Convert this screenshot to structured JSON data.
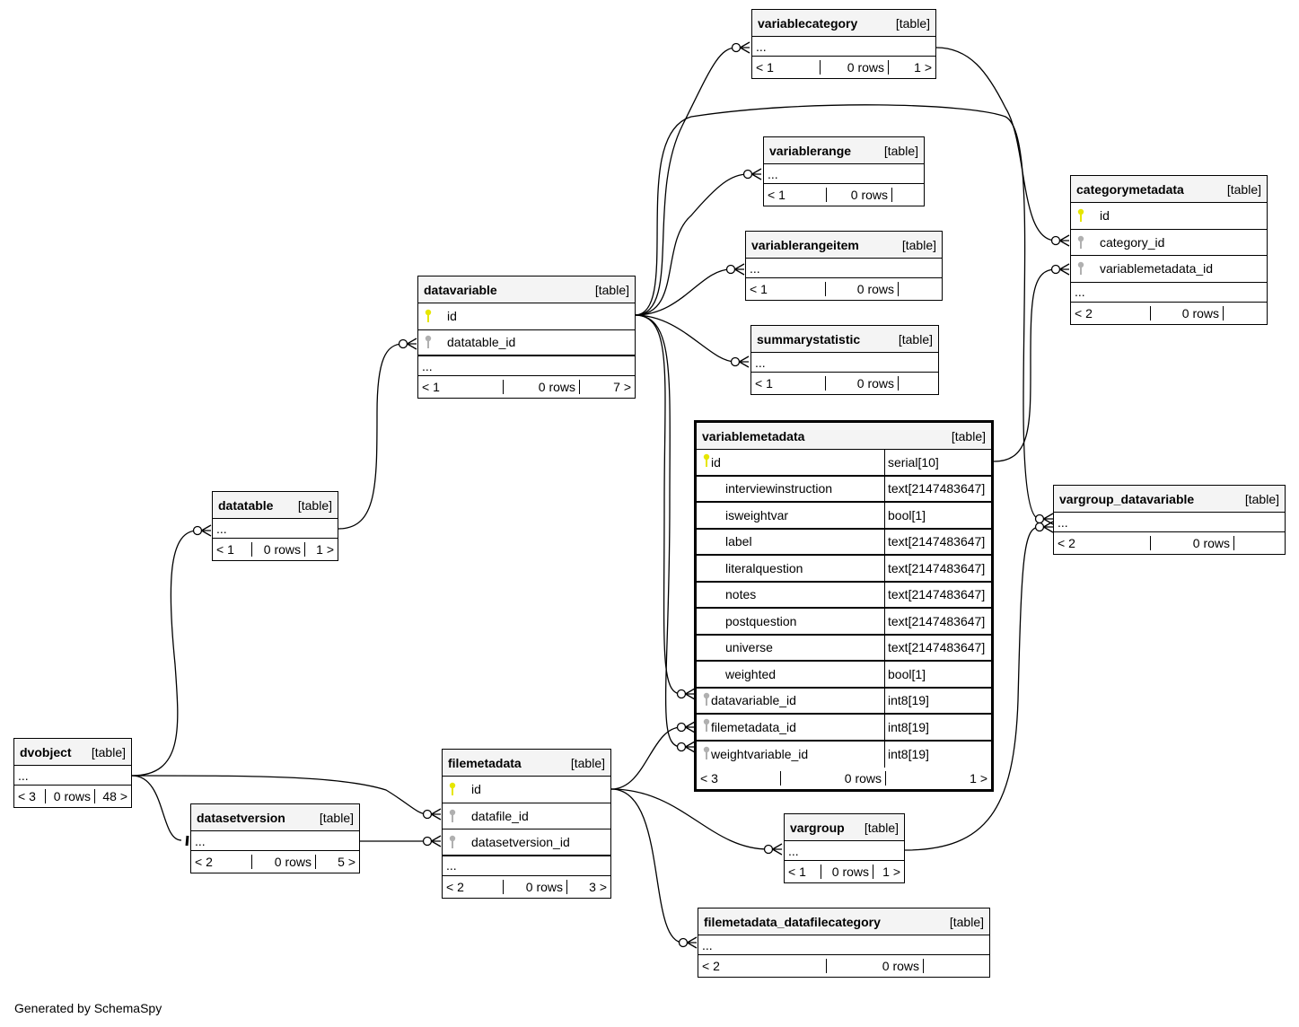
{
  "table_tag": "[table]",
  "more_columns": "...",
  "rows_label": "0 rows",
  "footer": "Generated by SchemaSpy",
  "colors": {
    "primary_key": "#e6e600",
    "foreign_key": "#b0b0b0",
    "header_bg": "#f4f4f4",
    "line": "#000000"
  },
  "tables": {
    "variablecategory": {
      "name": "variablecategory",
      "parents": "< 1",
      "rows": "0 rows",
      "children": "1 >"
    },
    "variablerange": {
      "name": "variablerange",
      "parents": "< 1",
      "rows": "0 rows",
      "children": ""
    },
    "variablerangeitem": {
      "name": "variablerangeitem",
      "parents": "< 1",
      "rows": "0 rows",
      "children": ""
    },
    "summarystatistic": {
      "name": "summarystatistic",
      "parents": "< 1",
      "rows": "0 rows",
      "children": ""
    },
    "categorymetadata": {
      "name": "categorymetadata",
      "columns": [
        "id",
        "category_id",
        "variablemetadata_id"
      ],
      "parents": "< 2",
      "rows": "0 rows",
      "children": ""
    },
    "datavariable": {
      "name": "datavariable",
      "columns": [
        "id",
        "datatable_id"
      ],
      "parents": "< 1",
      "rows": "0 rows",
      "children": "7 >"
    },
    "datatable": {
      "name": "datatable",
      "parents": "< 1",
      "rows": "0 rows",
      "children": "1 >"
    },
    "variablemetadata": {
      "name": "variablemetadata",
      "columns": [
        {
          "name": "id",
          "type": "serial[10]",
          "key": "primary"
        },
        {
          "name": "interviewinstruction",
          "type": "text[2147483647]",
          "key": ""
        },
        {
          "name": "isweightvar",
          "type": "bool[1]",
          "key": ""
        },
        {
          "name": "label",
          "type": "text[2147483647]",
          "key": ""
        },
        {
          "name": "literalquestion",
          "type": "text[2147483647]",
          "key": ""
        },
        {
          "name": "notes",
          "type": "text[2147483647]",
          "key": ""
        },
        {
          "name": "postquestion",
          "type": "text[2147483647]",
          "key": ""
        },
        {
          "name": "universe",
          "type": "text[2147483647]",
          "key": ""
        },
        {
          "name": "weighted",
          "type": "bool[1]",
          "key": ""
        },
        {
          "name": "datavariable_id",
          "type": "int8[19]",
          "key": "foreign"
        },
        {
          "name": "filemetadata_id",
          "type": "int8[19]",
          "key": "foreign"
        },
        {
          "name": "weightvariable_id",
          "type": "int8[19]",
          "key": "foreign"
        }
      ],
      "parents": "< 3",
      "rows": "0 rows",
      "children": "1 >"
    },
    "vargroup_datavariable": {
      "name": "vargroup_datavariable",
      "parents": "< 2",
      "rows": "0 rows",
      "children": ""
    },
    "dvobject": {
      "name": "dvobject",
      "parents": "< 3",
      "rows": "0 rows",
      "children": "48 >"
    },
    "datasetversion": {
      "name": "datasetversion",
      "parents": "< 2",
      "rows": "0 rows",
      "children": "5 >"
    },
    "filemetadata": {
      "name": "filemetadata",
      "columns": [
        "id",
        "datafile_id",
        "datasetversion_id"
      ],
      "parents": "< 2",
      "rows": "0 rows",
      "children": "3 >"
    },
    "vargroup": {
      "name": "vargroup",
      "parents": "< 1",
      "rows": "0 rows",
      "children": "1 >"
    },
    "filemetadata_datafilecategory": {
      "name": "filemetadata_datafilecategory",
      "parents": "< 2",
      "rows": "0 rows",
      "children": ""
    }
  },
  "relationships": [
    {
      "from": "datavariable.id",
      "to": "variablecategory"
    },
    {
      "from": "datavariable.id",
      "to": "variablerange"
    },
    {
      "from": "datavariable.id",
      "to": "variablerangeitem"
    },
    {
      "from": "datavariable.id",
      "to": "summarystatistic"
    },
    {
      "from": "datavariable.id",
      "to": "vargroup_datavariable"
    },
    {
      "from": "datavariable.id",
      "to": "variablemetadata.datavariable_id"
    },
    {
      "from": "datavariable.id",
      "to": "variablemetadata.weightvariable_id"
    },
    {
      "from": "variablecategory",
      "to": "categorymetadata.category_id"
    },
    {
      "from": "variablemetadata.id",
      "to": "categorymetadata.variablemetadata_id"
    },
    {
      "from": "datatable",
      "to": "datavariable.datatable_id"
    },
    {
      "from": "dvobject",
      "to": "datatable"
    },
    {
      "from": "dvobject",
      "to": "datasetversion"
    },
    {
      "from": "dvobject",
      "to": "filemetadata.datafile_id"
    },
    {
      "from": "datasetversion",
      "to": "filemetadata.datasetversion_id"
    },
    {
      "from": "filemetadata.id",
      "to": "variablemetadata.filemetadata_id"
    },
    {
      "from": "filemetadata.id",
      "to": "vargroup"
    },
    {
      "from": "filemetadata.id",
      "to": "filemetadata_datafilecategory"
    },
    {
      "from": "vargroup",
      "to": "vargroup_datavariable"
    }
  ]
}
